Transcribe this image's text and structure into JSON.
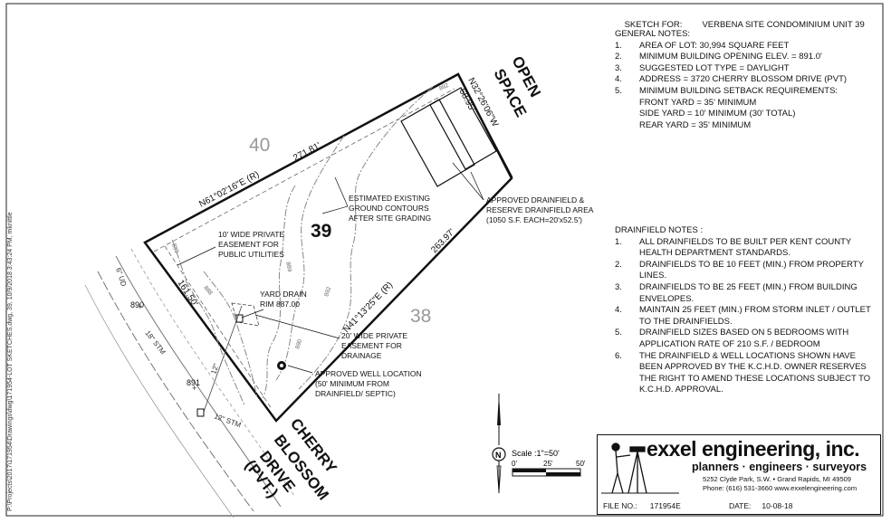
{
  "sheet": {
    "sketch_label": "SKETCH FOR:",
    "sketch_title": "VERBENA SITE CONDOMINIUM UNIT 39",
    "side_path": "P:\\Projects\\2017\\171954\\Drawings\\dwg\\171954-LOT SKETCHES.dwg, 39, 10/9/2018 3:43:24 PM, mknittle"
  },
  "general_notes": {
    "heading": "GENERAL NOTES:",
    "items": [
      {
        "num": "1.",
        "text": "AREA OF LOT: 30,994 SQUARE FEET"
      },
      {
        "num": "2.",
        "text": "MINIMUM BUILDING OPENING ELEV. = 891.0'"
      },
      {
        "num": "3.",
        "text": "SUGGESTED LOT TYPE = DAYLIGHT"
      },
      {
        "num": "4.",
        "text": "ADDRESS = 3720 CHERRY BLOSSOM DRIVE (PVT)"
      },
      {
        "num": "5.",
        "text": "MINIMUM BUILDING SETBACK REQUIREMENTS:"
      }
    ],
    "setbacks": [
      "FRONT YARD = 35' MINIMUM",
      "SIDE YARD = 10' MINIMUM (30' TOTAL)",
      "REAR YARD = 35' MINIMUM"
    ]
  },
  "drainfield_notes": {
    "heading": "DRAINFIELD NOTES :",
    "items": [
      {
        "num": "1.",
        "text": "ALL DRAINFIELDS TO BE BUILT PER KENT COUNTY HEALTH DEPARTMENT STANDARDS."
      },
      {
        "num": "2.",
        "text": "DRAINFIELDS TO BE 10 FEET (MIN.) FROM PROPERTY LINES."
      },
      {
        "num": "3.",
        "text": "DRAINFIELDS TO BE 25 FEET (MIN.) FROM BUILDING ENVELOPES."
      },
      {
        "num": "4.",
        "text": "MAINTAIN 25 FEET (MIN.) FROM STORM INLET / OUTLET TO THE DRAINFIELDS."
      },
      {
        "num": "5.",
        "text": "DRAINFIELD SIZES BASED ON 5 BEDROOMS WITH APPLICATION RATE OF 210 S.F. / BEDROOM"
      },
      {
        "num": "6.",
        "text": "THE DRAINFIELD & WELL LOCATIONS SHOWN HAVE BEEN APPROVED BY THE K.C.H.D. OWNER RESERVES THE RIGHT TO AMEND THESE LOCATIONS SUBJECT TO K.C.H.D. APPROVAL."
      }
    ]
  },
  "plan": {
    "lot_number": "39",
    "lot_40": "40",
    "lot_38": "38",
    "bearing_north": "N61°02'16\"E (R)",
    "dist_north": "271.81'",
    "bearing_east_1": "N32°26'06\"W",
    "dist_east": "68.95'",
    "bearing_south": "N41°13'25\"E (R)",
    "dist_south": "263.97'",
    "dist_front": "161.50'",
    "open_space_1": "OPEN",
    "open_space_2": "SPACE",
    "contours_note": [
      "ESTIMATED EXISTING",
      "GROUND CONTOURS",
      "AFTER SITE GRADING"
    ],
    "drainfield_note": [
      "APPROVED DRAINFIELD &",
      "RESERVE DRAINFIELD AREA",
      "(1050 S.F. EACH=20'x52.5')"
    ],
    "utility_easement": [
      "10' WIDE PRIVATE",
      "EASEMENT FOR",
      "PUBLIC UTILITIES"
    ],
    "yard_drain": [
      "YARD DRAIN",
      "RIM 887.00"
    ],
    "drainage_easement": [
      "20' WIDE PRIVATE",
      "EASEMENT FOR",
      "DRAINAGE"
    ],
    "well_note": [
      "APPROVED WELL LOCATION",
      "(50' MINIMUM FROM",
      "DRAINFIELD/ SEPTIC)"
    ],
    "street": [
      "CHERRY",
      "BLOSSOM",
      "DRIVE",
      "(PVT.)"
    ],
    "contour_labels": [
      "892",
      "891",
      "890",
      "889",
      "888",
      "889",
      "890",
      "891",
      "892"
    ],
    "pipe_labels": [
      "6\" UD",
      "18\" STM",
      "12\" STM",
      "12\""
    ],
    "elev_labels": [
      "890",
      "891"
    ],
    "north_letter": "N"
  },
  "scale": {
    "label": "Scale :1\"=50'",
    "ticks": [
      "0'",
      "25'",
      "50'"
    ]
  },
  "title_block": {
    "company": "exxel engineering, inc.",
    "tagline": "planners · engineers · surveyors",
    "address": "5252 Clyde Park, S.W.  •  Grand Rapids, MI  49509",
    "contact": "Phone: (616) 531-3660     www.exxelengineering.com",
    "file_label": "FILE NO.:",
    "file_no": "171954E",
    "date_label": "DATE:",
    "date": "10-08-18"
  }
}
